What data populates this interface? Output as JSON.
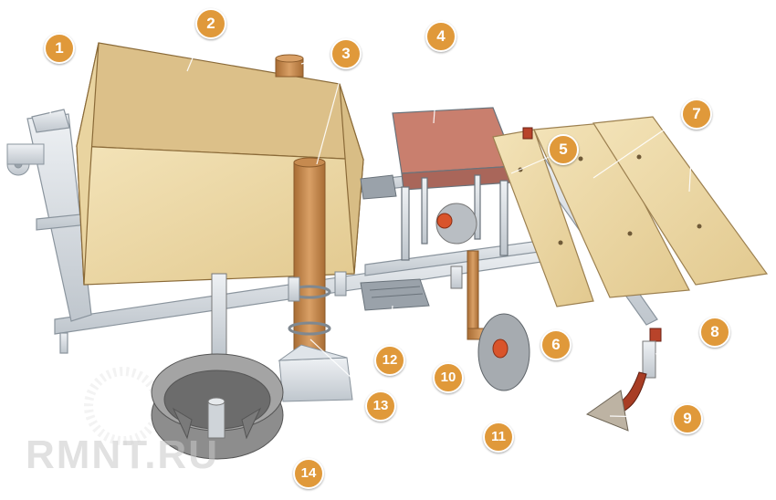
{
  "callouts": [
    "1",
    "2",
    "3",
    "4",
    "5",
    "6",
    "7",
    "8",
    "9",
    "10",
    "11",
    "12",
    "13",
    "14"
  ],
  "watermark": "RMNT.RU",
  "colors": {
    "callout": "#e0993a",
    "plywood": "#ecd9a6",
    "frame": "#d7dde3",
    "seat": "#c97f6e",
    "pipe": "#c98d4f",
    "plow": "#a83d24",
    "wheel": "#8d8d8d",
    "clamp": "#b8432a"
  }
}
